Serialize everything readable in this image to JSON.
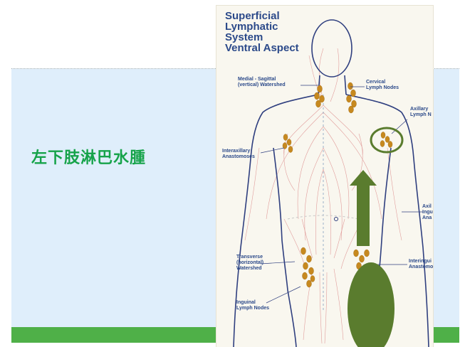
{
  "slide": {
    "title": "左下肢淋巴水腫"
  },
  "diagram": {
    "heading": [
      "Superficial",
      "Lymphatic",
      "System",
      "Ventral Aspect"
    ],
    "labels": {
      "medial_watershed": "Medial - Sagittal\n(vertical) Watershed",
      "cervical_nodes": "Cervical\nLymph Nodes",
      "axillary_nodes": "Axillary\nLymph N",
      "interaxillary": "Interaxillary\nAnastomoses",
      "axillo_inguinal": "Axil\nIngu\nAna",
      "transverse_watershed": "Transverse\n(horizontal)\nWatershed",
      "interinguinal": "Interingui\nAnastomo",
      "inguinal_nodes": "Inguinal\nLymph Nodes"
    },
    "colors": {
      "body_outline": "#2f3f7f",
      "lymph_vessels": "#d98080",
      "lymph_nodes": "#c7891f",
      "annotation_green": "#5a7c2e"
    }
  }
}
